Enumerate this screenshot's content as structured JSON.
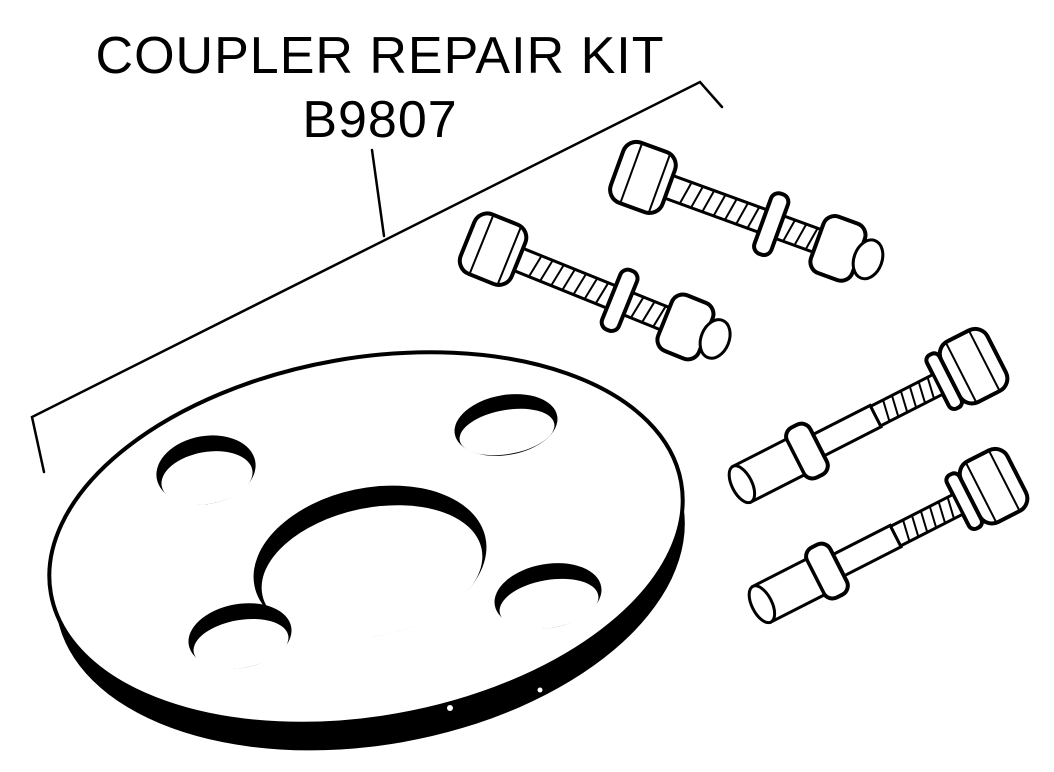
{
  "kit": {
    "title": "COUPLER REPAIR KIT",
    "part_number": "B9807"
  },
  "colors": {
    "ink": "#000000",
    "paper": "#ffffff"
  },
  "components": {
    "rag_joint_disc": {
      "bolt_holes": 4,
      "center_holes": 1
    },
    "nut_bolt_sets": 2,
    "stud_bolts": 2
  }
}
